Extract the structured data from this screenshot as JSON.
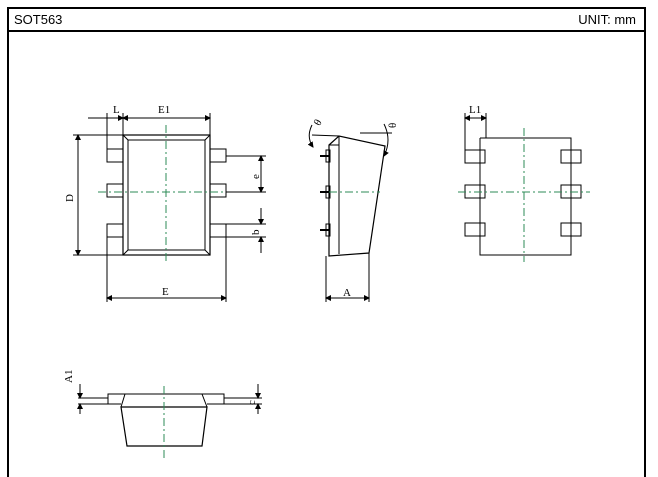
{
  "header": {
    "package": "SOT563",
    "unit": "UNIT: mm"
  },
  "dimensions": {
    "L": "L",
    "E1": "E1",
    "D": "D",
    "e": "e",
    "b": "b",
    "E": "E",
    "theta1": "θ",
    "theta2": "θ",
    "A": "A",
    "L1": "L1",
    "A1": "A1",
    "c": "c"
  },
  "colors": {
    "line": "#000000",
    "centerline": "#2e8b57"
  }
}
